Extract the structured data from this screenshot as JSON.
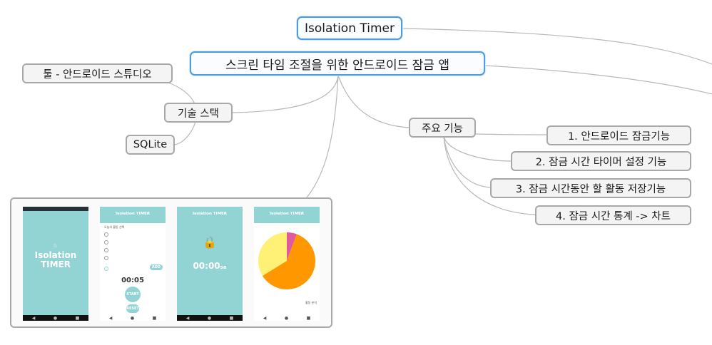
{
  "root": {
    "label": "Isolation Timer"
  },
  "central": {
    "label": "스크린 타임 조절을 위한 안드로이드 잠금 앱"
  },
  "tech": {
    "label": "기술 스택",
    "items": [
      "툴 - 안드로이드 스튜디오",
      "SQLite"
    ]
  },
  "features": {
    "label": "주요 기능",
    "items": [
      "1. 안드로이드 잠금기능",
      "2. 잠금 시간 타이머 설정 기능",
      "3. 잠금 시간동안 할 활동 저장기능",
      "4. 잠금 시간 통계 -> 차트"
    ]
  },
  "screens": {
    "splash": {
      "logo": "Isolation TIMER"
    },
    "app_header": "Isolation TIMER",
    "select": {
      "heading": "오늘의 활동 선택",
      "timer": "00:05",
      "start": "START",
      "reset": "RESET",
      "add": "ADD"
    },
    "lock": {
      "timer": "00:00",
      "unit": "sa"
    },
    "stats": {
      "footer": "활동 분석"
    }
  },
  "colors": {
    "topic_border": "#4a9de0",
    "sub_border": "#a8a8a8",
    "app_teal": "#92d3d4",
    "pie_orange": "#ff9800",
    "pie_yellow": "#fff176",
    "pie_pink": "#e05aa0"
  }
}
